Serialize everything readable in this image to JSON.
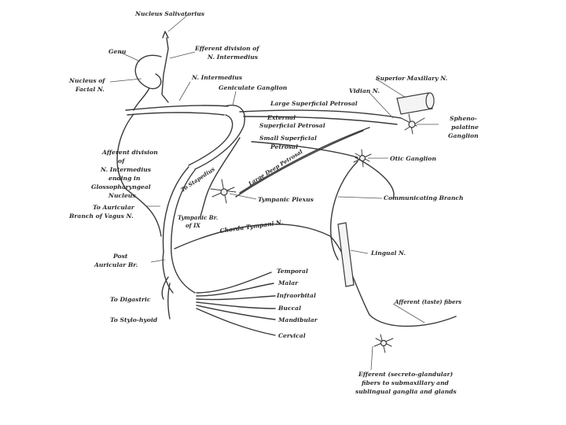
{
  "labels": {
    "nucleus_salivatorius": "Nucleus Salivatorius",
    "efferent_division": [
      "Efferent division of",
      "N. Intermedius"
    ],
    "genu": "Genu",
    "nucleus_facial": [
      "Nucleus of",
      "Facial N."
    ],
    "n_intermedius": "N. Intermedius",
    "geniculate_ganglion": "Geniculate Ganglion",
    "superior_maxillary": "Superior Maxillary N.",
    "vidian": "Vidian N.",
    "large_superficial_petrosal": "Large Superficial Petrosal",
    "external_superficial_petrosal": [
      "External",
      "Superficial Petrosal"
    ],
    "spheno_palatine": [
      "Spheno-",
      "palatine",
      "Ganglion"
    ],
    "small_superficial_petrosal": [
      "Small Superficial",
      "Petrosal"
    ],
    "large_deep_petrosal": "Large Deep Petrosal",
    "otic_ganglion": "Otic Ganglion",
    "afferent_division": [
      "Afferent division",
      "of",
      "N. Intermedius",
      "ending in",
      "Glossopharyngeal",
      "Nucleus"
    ],
    "to_stapedius": "To Stapedius",
    "tympanic_plexus": "Tympanic Plexus",
    "communicating_branch": "Communicating Branch",
    "to_auricular": [
      "To Auricular",
      "Branch of Vagus N."
    ],
    "tympanic_br": [
      "Tympanic Br.",
      "of IX"
    ],
    "chorda_tympani": "Chorda Tympani N.",
    "lingual": "Lingual N.",
    "post_auricular": [
      "Post",
      "Auricular Br."
    ],
    "temporal": "Temporal",
    "malar": "Malar",
    "infraorbital": "Infraorbital",
    "buccal": "Buccal",
    "mandibular": "Mandibular",
    "cervical": "Cervical",
    "to_digastric": "To Digastric",
    "to_stylohyoid": "To Stylo-hyoid",
    "afferent_taste": "Afferent (taste) fibers",
    "efferent_secreto": [
      "Efferent (secreto-glandular)",
      "fibers to submaxillary and",
      "sublingual ganglia and glands"
    ]
  }
}
